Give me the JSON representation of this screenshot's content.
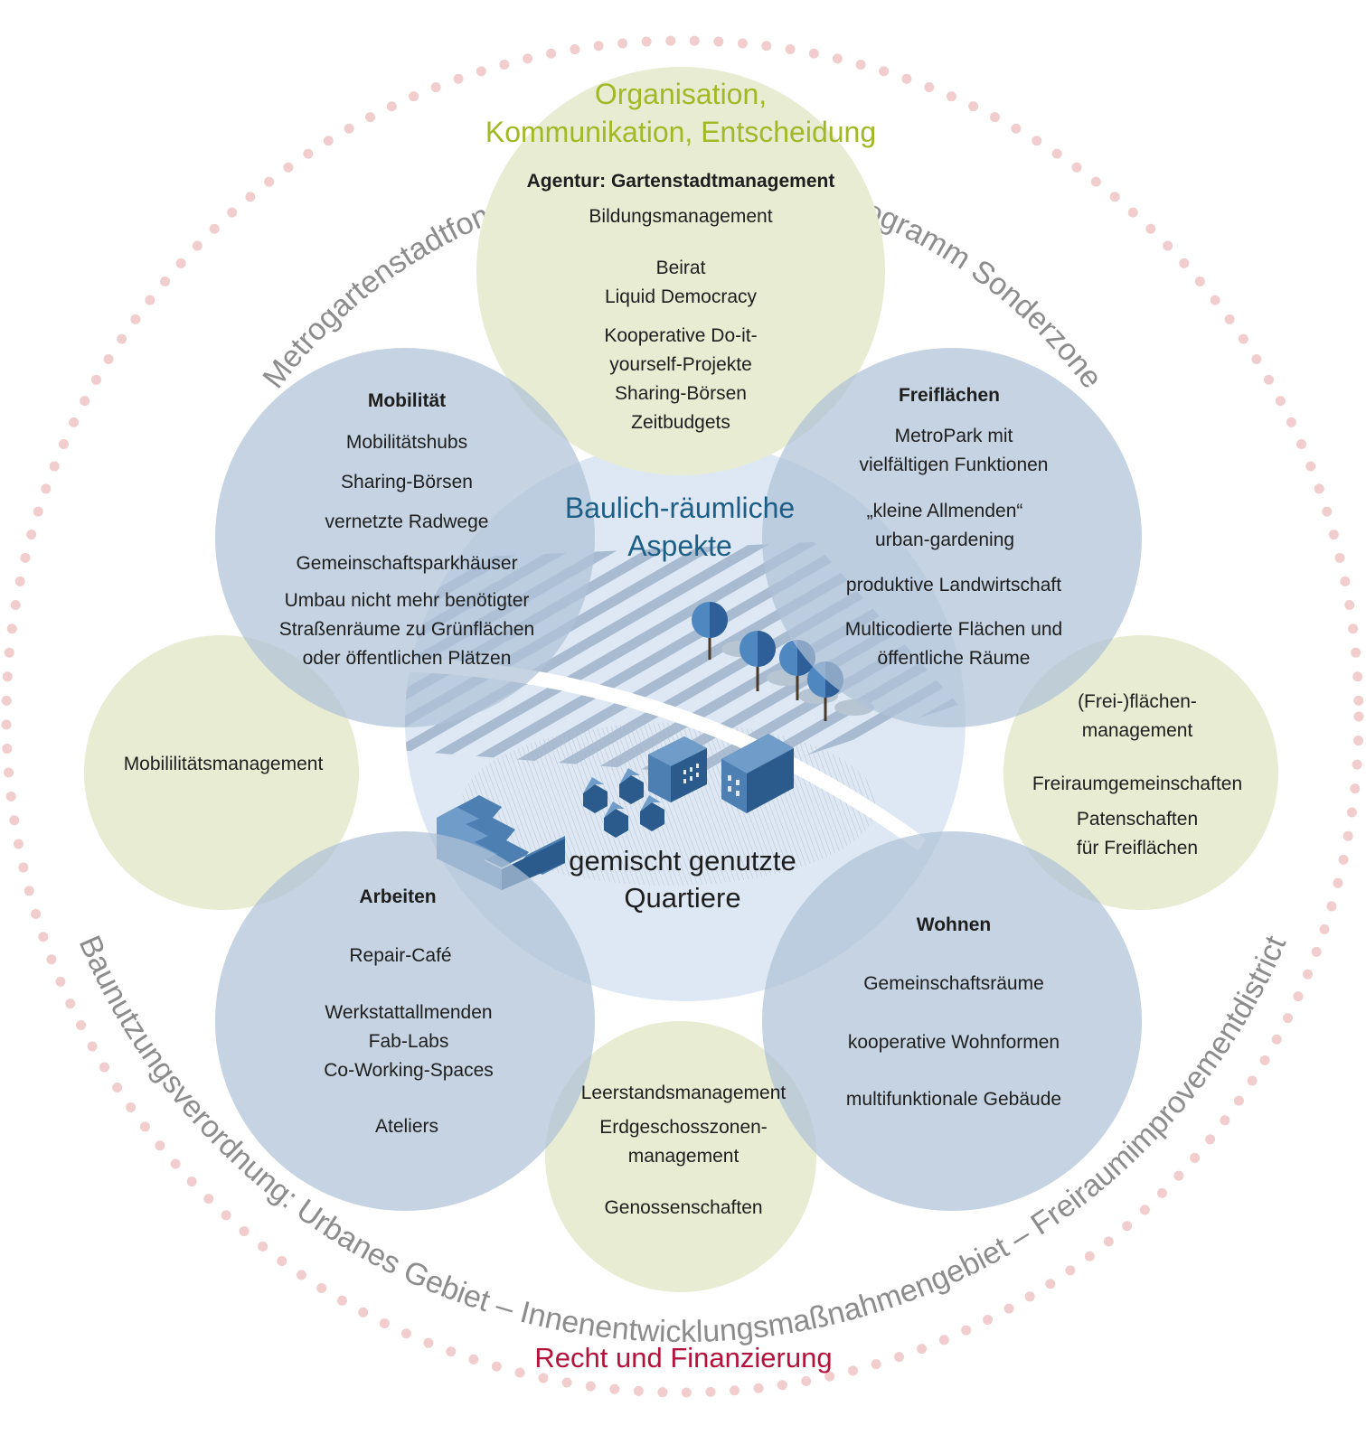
{
  "ring": {
    "top_text": "Metrogartenstadtfonds (MGF)  –  Neues Förderprogramm Sonderzone",
    "bottom_text": "Baunutzungsverordnung: Urbanes Gebiet  –  Innenentwicklungsmaßnahmengebiet  –  Freiraumimprovementdistrict"
  },
  "organisation": {
    "title_line1": "Organisation,",
    "title_line2": "Kommunikation, Entscheidung",
    "heading": "Agentur: Gartenstadtmanagement",
    "items": [
      "Bildungsmanagement",
      "Beirat",
      "Liquid Democracy",
      "Kooperative Do-it-",
      "yourself-Projekte",
      "Sharing-Börsen",
      "Zeitbudgets"
    ]
  },
  "mobilitaet": {
    "heading": "Mobilität",
    "items": [
      "Mobilitätshubs",
      "Sharing-Börsen",
      "vernetzte Radwege",
      "Gemeinschaftsparkhäuser",
      "Umbau nicht mehr benötigter",
      "Straßenräume zu Grünflächen",
      "oder öffentlichen Plätzen"
    ]
  },
  "freiflaechen": {
    "heading": "Freiflächen",
    "items": [
      "MetroPark mit",
      "vielfältigen Funktionen",
      "„kleine Allmenden“",
      "urban-gardening",
      "produktive Landwirtschaft",
      "Multicodierte Flächen und",
      "öffentliche Räume"
    ]
  },
  "center": {
    "title_line1": "Baulich-räumliche",
    "title_line2": "Aspekte",
    "sub_line1": "gemischt genutzte",
    "sub_line2": "Quartiere"
  },
  "mobilitaetsmanagement": {
    "label": "Mobililitätsmanagement"
  },
  "freiflaechenmanagement": {
    "items": [
      "(Frei-)flächen-",
      "management",
      "Freiraumgemeinschaften",
      "Patenschaften",
      "für Freiflächen"
    ]
  },
  "arbeiten": {
    "heading": "Arbeiten",
    "items": [
      "Repair-Café",
      "Werkstattallmenden",
      "Fab-Labs",
      "Co-Working-Spaces",
      "Ateliers"
    ]
  },
  "wohnen": {
    "heading": "Wohnen",
    "items": [
      "Gemeinschaftsräume",
      "kooperative Wohnformen",
      "multifunktionale Gebäude"
    ]
  },
  "leerstand": {
    "items": [
      "Leerstandsmanagement",
      "Erdgeschosszonen-",
      "management",
      "Genossenschaften"
    ]
  },
  "recht": {
    "title": "Recht und Finanzierung"
  },
  "colors": {
    "green_circle": "#e8ecd3",
    "blue_circle": "#aec2d7",
    "center_circle": "#dde8f4",
    "ring_dots": "#f2cdcd",
    "title_green": "#a2b826",
    "title_blue": "#1d5e86",
    "title_red": "#b5123b",
    "ring_text": "#8c8c8c"
  }
}
